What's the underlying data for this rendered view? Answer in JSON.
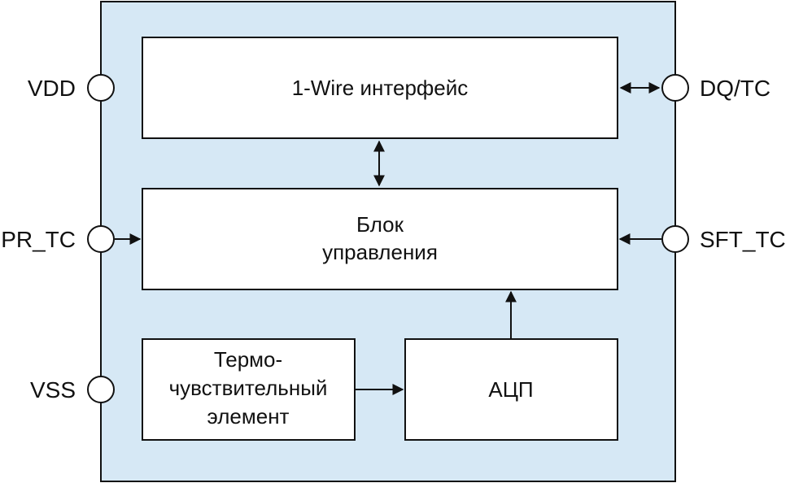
{
  "colors": {
    "chip_fill": "#d6e8f5",
    "stroke": "#111111",
    "block_fill": "#ffffff"
  },
  "blocks": {
    "interface": "1-Wire интерфейс",
    "control_line1": "Блок",
    "control_line2": "управления",
    "sensor_line1": "Термо-",
    "sensor_line2": "чувствительный",
    "sensor_line3": "элемент",
    "adc": "АЦП"
  },
  "pins": {
    "vdd": "VDD",
    "pr_tc": "PR_TC",
    "vss": "VSS",
    "dq_tc": "DQ/TC",
    "sft_tc": "SFT_TC"
  }
}
